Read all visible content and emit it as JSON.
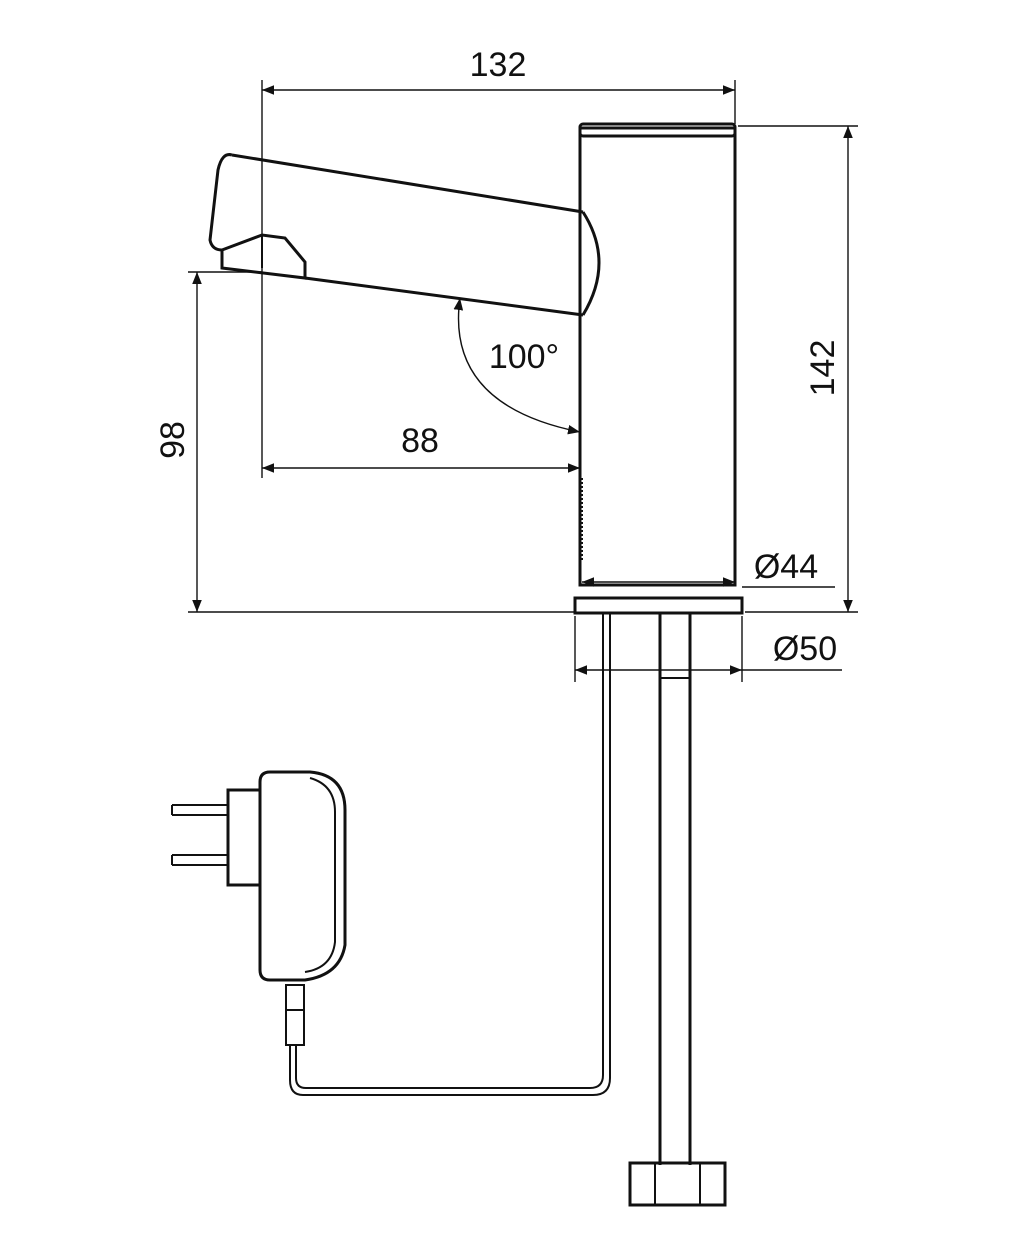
{
  "drawing": {
    "dimensions": {
      "overall_length": "132",
      "overall_height": "142",
      "spout_height": "98",
      "spout_reach": "88",
      "spout_angle": "100°",
      "body_diameter": "Ø44",
      "base_diameter": "Ø50"
    },
    "colors": {
      "line": "#111111",
      "background": "#ffffff"
    }
  }
}
